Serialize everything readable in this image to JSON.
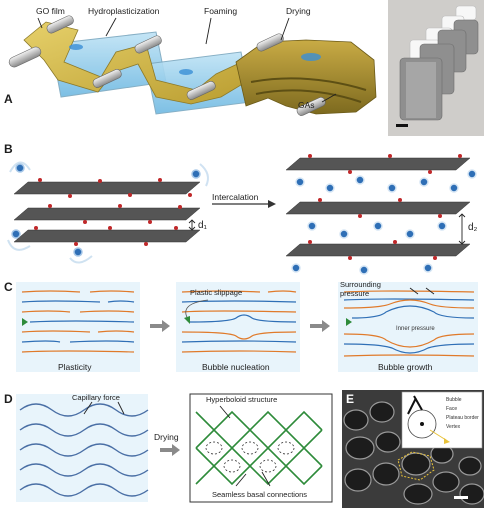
{
  "panels": {
    "A": {
      "letter": "A",
      "labels": {
        "go_film": "GO film",
        "hydroplasticization": "Hydroplasticization",
        "foaming": "Foaming",
        "drying": "Drying",
        "gas": "GAs"
      }
    },
    "B": {
      "letter": "B",
      "intercalation": "Intercalation",
      "d1": "d₁",
      "d2": "d₂"
    },
    "C": {
      "letter": "C",
      "captions": [
        "Plasticity",
        "Bubble nucleation",
        "Bubble growth"
      ],
      "plastic_slippage": "Plastic slippage",
      "surrounding_pressure": "Surrounding\npressure",
      "inner_pressure": "Inner pressure"
    },
    "D": {
      "letter": "D",
      "capillary_force": "Capillary force",
      "drying": "Drying",
      "hyperboloid": "Hyperboloid structure",
      "seamless": "Seamless basal connections"
    },
    "E": {
      "letter": "E",
      "inset_labels": [
        "Bubble",
        "Face",
        "Plateau border",
        "Vertex"
      ]
    }
  },
  "colors": {
    "accent_blue": "#2f6fb6",
    "graphene_orange": "#e07a2a",
    "green_network": "#2e8b3a",
    "panel_bg": "#e8f4fb"
  }
}
